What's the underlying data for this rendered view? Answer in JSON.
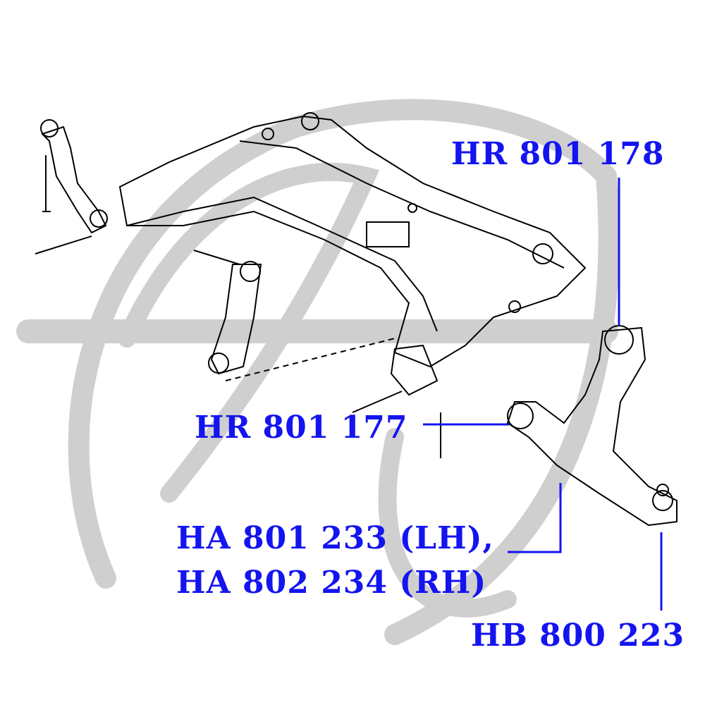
{
  "colors": {
    "label": "#1414f0",
    "watermark": "#c8c8c8",
    "line": "#000000"
  },
  "labels": {
    "hr801178": "HR 801 178",
    "hr801177": "HR 801 177",
    "ha801233": "HA 801 233 (LH),",
    "ha802234": "HA 802 234 (RH)",
    "hb800223": "HB 800 223"
  }
}
